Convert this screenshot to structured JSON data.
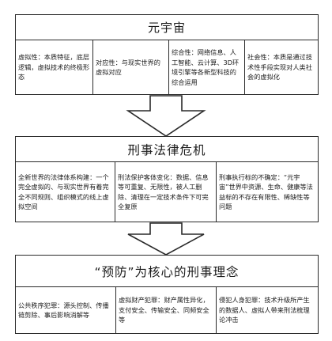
{
  "blocks": [
    {
      "title": "元宇宙",
      "cells": [
        "虚拟性：本质特征，底层逻辑，虚拟技术的终极形态",
        "对应性：与现实世界的虚拟对应",
        "综合性：网络信息、人工智能、云计算、3D环境引擎等各新型科技的综合运用",
        "社会性：本质是通过技术性手段实现对人类社会的虚拟化"
      ]
    },
    {
      "title": "刑事法律危机",
      "cells": [
        "全新世界的法律体系构建：一个完全虚拟的、与现实世界有着完全不同规则、组织模式的线上虚拟空间",
        "刑法保护客体变化：数据、信息等可重复、无限性，被人工删除、清理在一定技术条件下可完全复原",
        "刑事执行标的不确定：“元宇宙”世界中资源、生命、健康等法益标的不存在有限性、稀缺性等问题"
      ]
    },
    {
      "title": "“预防”为核心的刑事理念",
      "cells": [
        "公共秩序犯罪：源头控制、传播链剪除、事后影响消解等",
        "虚拟财产犯罪：财产属性异化，支付安全、传输安全、同频安全等",
        "侵犯人身犯罪：技术升级所产生的数据人、虚拟人带来刑法梳理论冲击"
      ]
    }
  ]
}
